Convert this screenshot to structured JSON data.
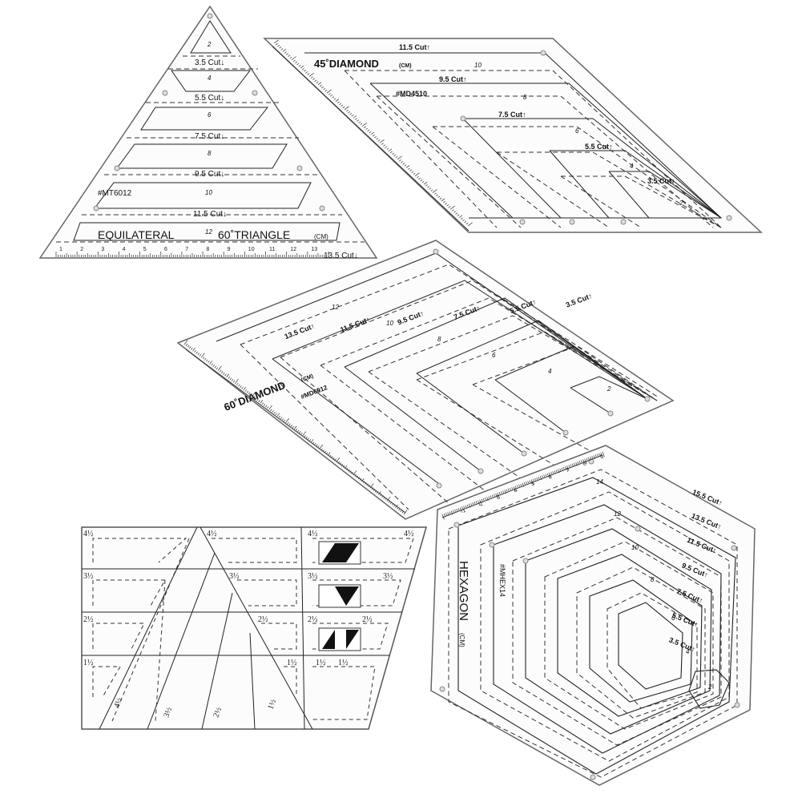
{
  "triangle": {
    "title": "EQUILATERAL",
    "title2": "60˚TRIANGLE",
    "unit": "(CM)",
    "model": "#MT6012",
    "cuts": [
      "3.5 Cut↓",
      "5.5 Cut↓",
      "7.5 Cut↓",
      "9.5 Cut↓",
      "11.5 Cut↓",
      "13.5 Cut↓"
    ],
    "sizes": [
      "2",
      "4",
      "6",
      "8",
      "10",
      "12"
    ],
    "ruler": [
      "1",
      "2",
      "3",
      "4",
      "5",
      "6",
      "7",
      "8",
      "9",
      "10",
      "11",
      "12",
      "13"
    ]
  },
  "diamond45": {
    "title": "45˚DIAMOND",
    "unit": "(CM)",
    "model": "#MD4510",
    "cuts": [
      "11.5 Cut↑",
      "9.5 Cut↑",
      "7.5 Cut↑",
      "5.5 Cut↑",
      "3.5 Cut↑"
    ],
    "sizes": [
      "10",
      "8",
      "6",
      "4",
      "2"
    ]
  },
  "diamond60": {
    "title": "60˚DIAMOND",
    "unit": "(CM)",
    "model": "#MD6012",
    "cuts": [
      "13.5 Cut↑",
      "11.5 Cut↑",
      "9.5 Cut↑",
      "7.5 Cut↑",
      "5.5 Cut↑",
      "3.5 Cut↑"
    ],
    "sizes": [
      "12",
      "10",
      "8",
      "6",
      "4",
      "2"
    ]
  },
  "trapezoid": {
    "left": [
      "4½",
      "3½",
      "2½",
      "1½"
    ],
    "mid": [
      "4½",
      "3½",
      "2½",
      "1½"
    ],
    "right": [
      "4½",
      "3½",
      "2½",
      "1½"
    ],
    "far_right": [
      "4½",
      "3½",
      "2½"
    ],
    "mid2": [
      "1½"
    ],
    "bottom": [
      "4½",
      "3½",
      "2½",
      "1½"
    ]
  },
  "hexagon": {
    "title": "HEXAGON",
    "unit": "(CM)",
    "model": "#MHEX14",
    "cuts": [
      "15.5 Cut↑",
      "13.5 Cut↑",
      "11.5 Cut↑",
      "9.5 Cut↑",
      "7.5 Cut↑",
      "5.5 Cut↑",
      "3.5 Cut↑"
    ],
    "sizes": [
      "14",
      "12",
      "10",
      "8",
      "6",
      "4",
      "2"
    ],
    "ruler": [
      "1",
      "2",
      "3",
      "4",
      "5",
      "6",
      "7",
      "8",
      "9"
    ]
  }
}
